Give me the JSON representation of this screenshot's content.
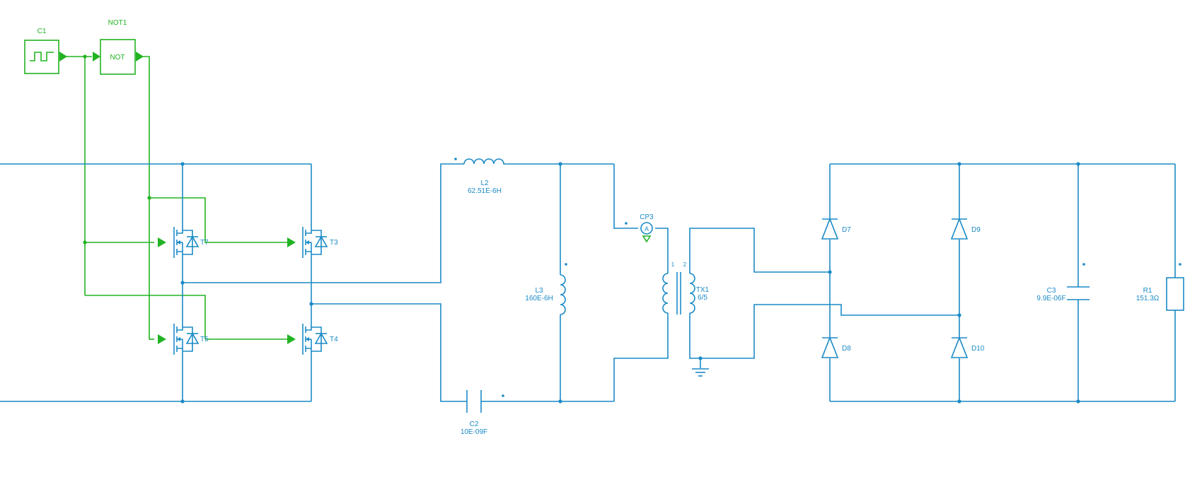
{
  "colors": {
    "power": "#1a8ac6",
    "control": "#22b322",
    "background": "#ffffff"
  },
  "components": {
    "c1": {
      "name": "C1",
      "icon": "square-wave-icon"
    },
    "not1": {
      "name": "NOT1",
      "body": "NOT"
    },
    "t7": {
      "name": "T7"
    },
    "t3": {
      "name": "T3"
    },
    "t5": {
      "name": "T5"
    },
    "t4": {
      "name": "T4"
    },
    "l2": {
      "name": "L2",
      "value": "62.51E-6H"
    },
    "l3": {
      "name": "L3",
      "value": "160E-6H"
    },
    "c2": {
      "name": "C2",
      "value": "10E-09F"
    },
    "cp3": {
      "name": "CP3",
      "symbol": "A"
    },
    "tx1": {
      "name": "TX1",
      "ratio": "6/5",
      "pin1": "1",
      "pin2": "2"
    },
    "d7": {
      "name": "D7"
    },
    "d8": {
      "name": "D8"
    },
    "d9": {
      "name": "D9"
    },
    "d10": {
      "name": "D10"
    },
    "c3": {
      "name": "C3",
      "value": "9.9E-06F"
    },
    "r1": {
      "name": "R1",
      "value": "151.3Ω"
    }
  }
}
